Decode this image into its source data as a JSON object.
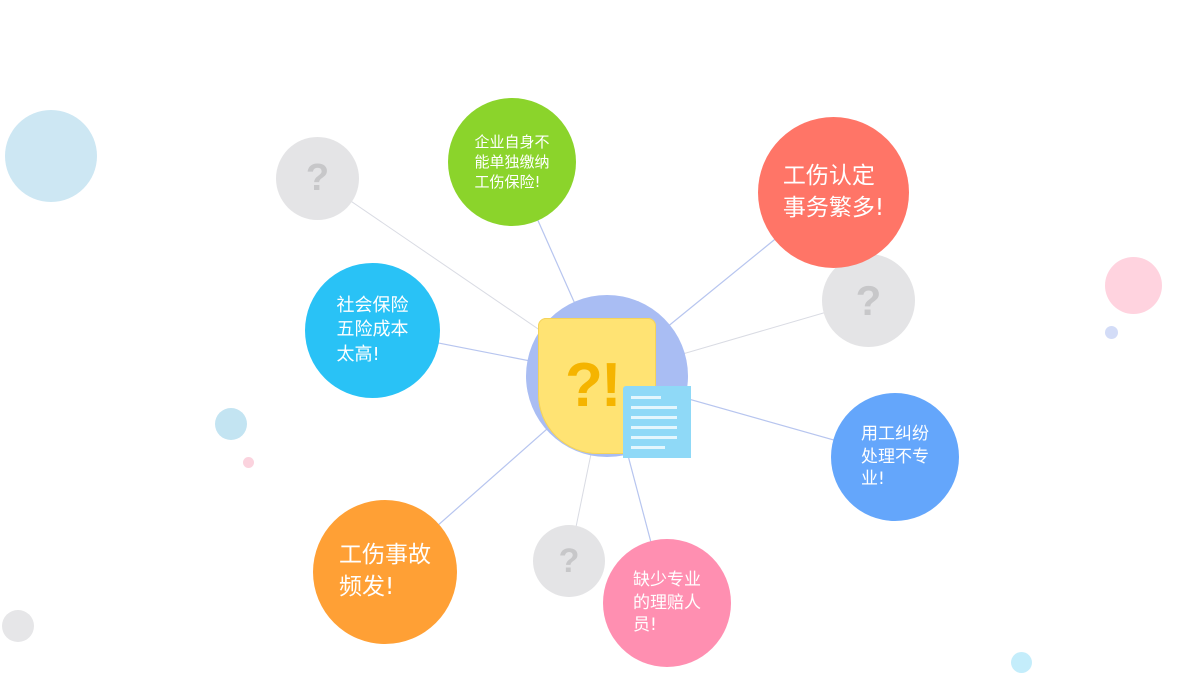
{
  "diagram": {
    "center": {
      "symbol": "?!",
      "colors": {
        "circle": "#a9bdf3",
        "note": "#ffe373",
        "symbol": "#f5b400",
        "document": "#8fd9f7"
      }
    },
    "nodes": [
      {
        "id": "node-enterprise-insurance",
        "text": "企业自身不\n能单独缴纳\n工伤保险!",
        "color": "#8bd42b"
      },
      {
        "id": "node-work-injury-identification",
        "text": "工伤认定\n事务繁多!",
        "color": "#ff7567"
      },
      {
        "id": "node-social-insurance-cost",
        "text": "社会保险\n五险成本\n太高!",
        "color": "#29c2f6"
      },
      {
        "id": "node-employment-dispute",
        "text": "用工纠纷\n处理不专\n业!",
        "color": "#64a6fb"
      },
      {
        "id": "node-work-injury-frequent",
        "text": "工伤事故\n频发!",
        "color": "#ffa035"
      },
      {
        "id": "node-claims-staff",
        "text": "缺少专业\n的理赔人\n员!",
        "color": "#ff8fb1"
      }
    ],
    "unknown_nodes": [
      {
        "id": "unknown-top-left",
        "text": "?"
      },
      {
        "id": "unknown-right",
        "text": "?"
      },
      {
        "id": "unknown-bottom",
        "text": "?"
      }
    ],
    "line_color": "#b7c5ef"
  }
}
